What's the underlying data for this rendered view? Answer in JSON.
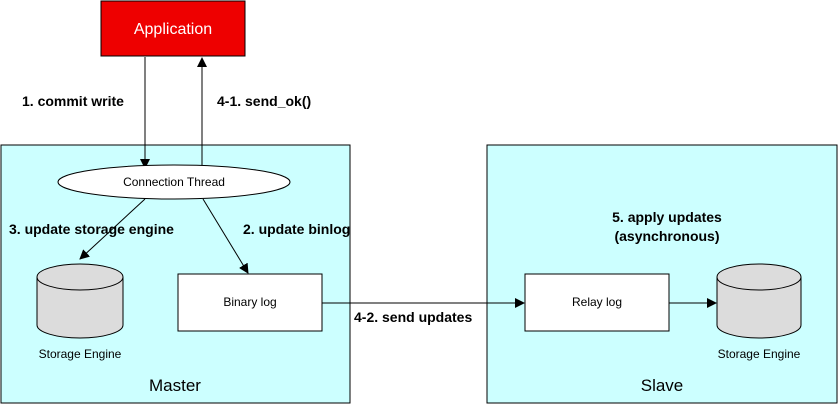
{
  "application": {
    "label": "Application"
  },
  "master": {
    "label": "Master",
    "connection_thread": "Connection Thread",
    "binary_log": "Binary log",
    "storage_engine": "Storage Engine"
  },
  "slave": {
    "label": "Slave",
    "relay_log": "Relay log",
    "storage_engine": "Storage Engine",
    "apply_line1": "5. apply updates",
    "apply_line2": "(asynchronous)"
  },
  "steps": {
    "commit_write": "1. commit write",
    "send_ok": "4-1. send_ok()",
    "update_storage": "3. update storage engine",
    "update_binlog": "2. update binlog",
    "send_updates": "4-2. send updates"
  },
  "colors": {
    "application_fill": "#ee0000",
    "panel_fill": "#ccffff",
    "box_fill": "#ffffff",
    "cylinder_fill": "#dcdcdc",
    "line": "#000000"
  }
}
